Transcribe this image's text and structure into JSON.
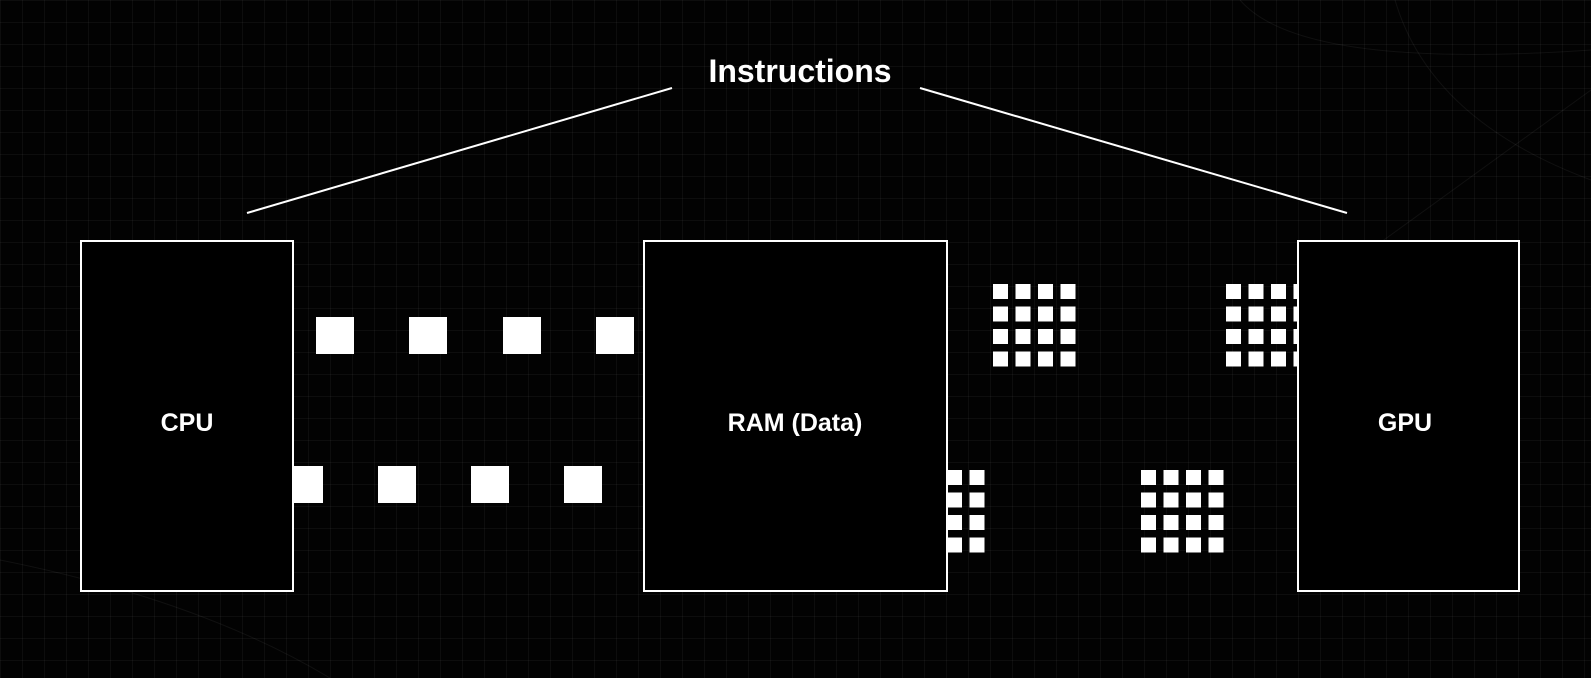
{
  "labels": {
    "instructions": "Instructions",
    "cpu": "CPU",
    "ram": "RAM (Data)",
    "gpu": "GPU"
  },
  "colors": {
    "background": "#000000",
    "grid": "#1a1a1a",
    "foreground": "#ffffff"
  }
}
